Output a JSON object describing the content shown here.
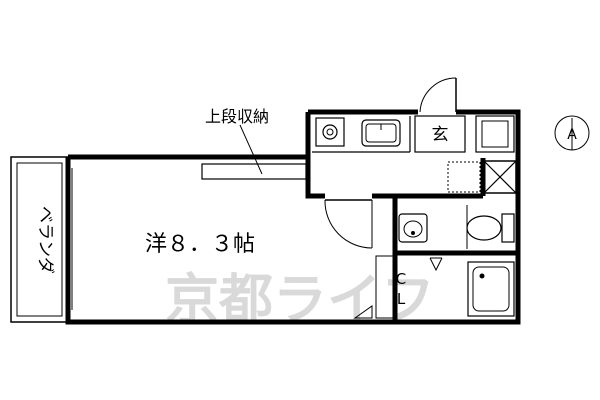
{
  "labels": {
    "upper_storage": "上段収納",
    "balcony": "ベランダ",
    "room": "洋８．３帖",
    "entrance": "玄",
    "closet_c": "C",
    "closet_l": "L",
    "north_mark": "A"
  },
  "watermark": "京都ライフ",
  "colors": {
    "wall": "#000000",
    "watermark": "#d9d9d9",
    "background": "#ffffff"
  }
}
